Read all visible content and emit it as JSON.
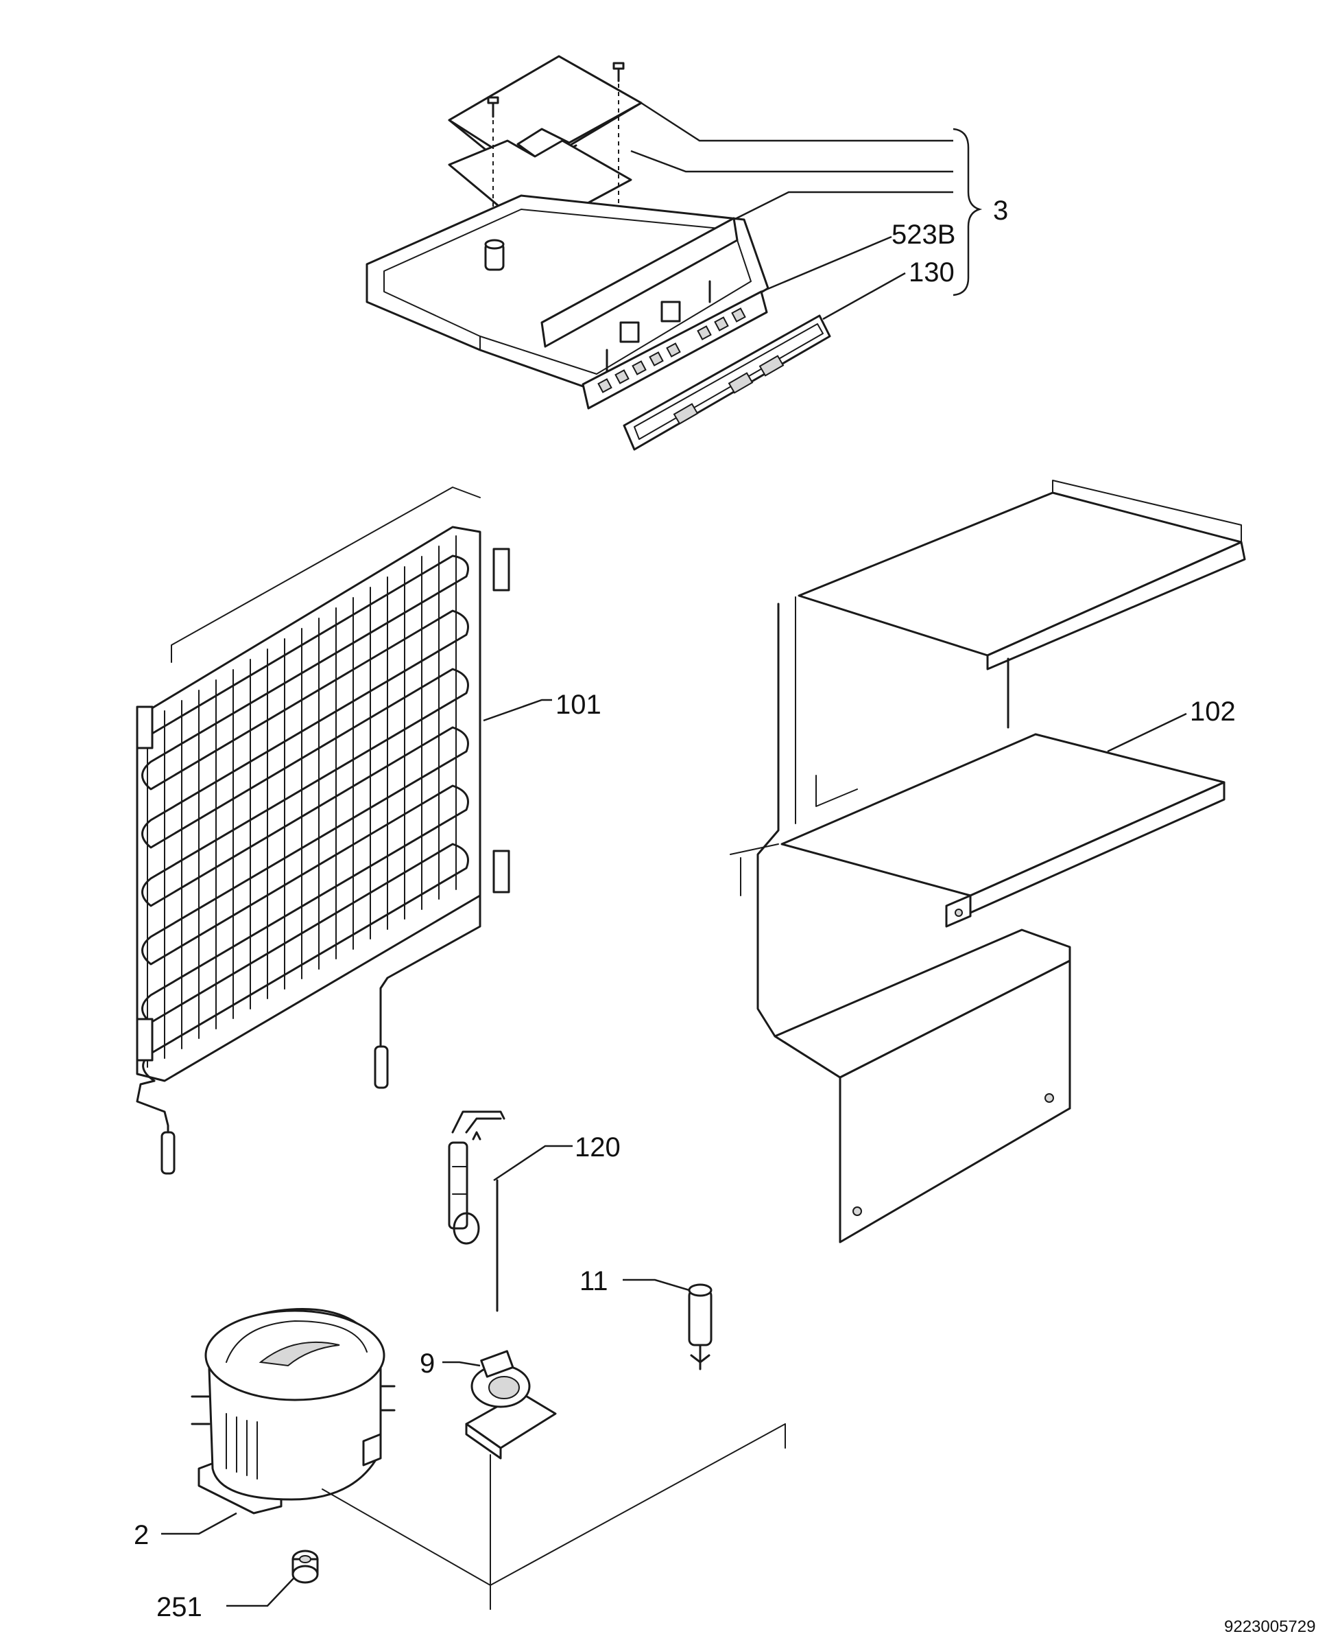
{
  "labels": {
    "p3": "3",
    "p523b": "523B",
    "p130": "130",
    "p101": "101",
    "p102": "102",
    "p120": "120",
    "p11": "11",
    "p9": "9",
    "p2": "2",
    "p251": "251"
  },
  "document_code": "9223005729"
}
